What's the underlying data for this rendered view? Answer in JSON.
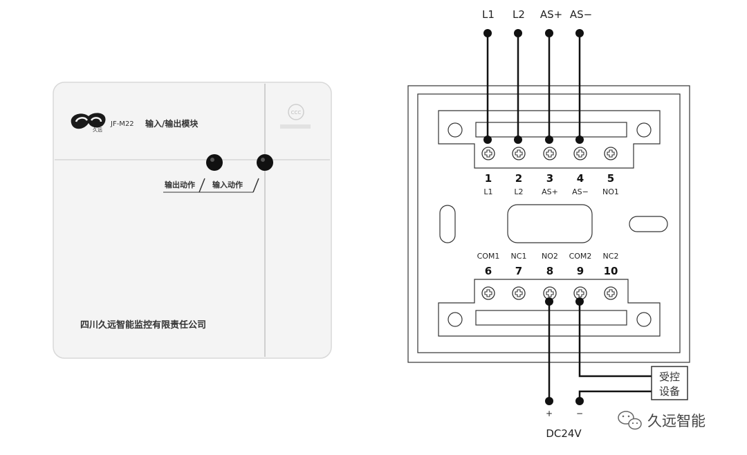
{
  "module": {
    "model": "JF-M22",
    "name": "输入/输出模块",
    "logo_text": "久远",
    "label_output": "输出动作",
    "label_input": "输入动作",
    "company": "四川久远智能监控有限责任公司",
    "cert_mark": "CCC"
  },
  "wiring": {
    "top_wires": [
      "L1",
      "L2",
      "AS+",
      "AS−"
    ],
    "top_terminals": [
      {
        "num": "1",
        "label": "L1"
      },
      {
        "num": "2",
        "label": "L2"
      },
      {
        "num": "3",
        "label": "AS+"
      },
      {
        "num": "4",
        "label": "AS−"
      },
      {
        "num": "5",
        "label": "NO1"
      }
    ],
    "bottom_terminals": [
      {
        "num": "6",
        "label": "COM1"
      },
      {
        "num": "7",
        "label": "NC1"
      },
      {
        "num": "8",
        "label": "NO2"
      },
      {
        "num": "9",
        "label": "COM2"
      },
      {
        "num": "10",
        "label": "NC2"
      }
    ],
    "device_line1": "受控",
    "device_line2": "设备",
    "plus": "+",
    "minus": "−",
    "power": "DC24V"
  },
  "watermark": {
    "text": "久远智能",
    "icon": "wechat-icon"
  }
}
